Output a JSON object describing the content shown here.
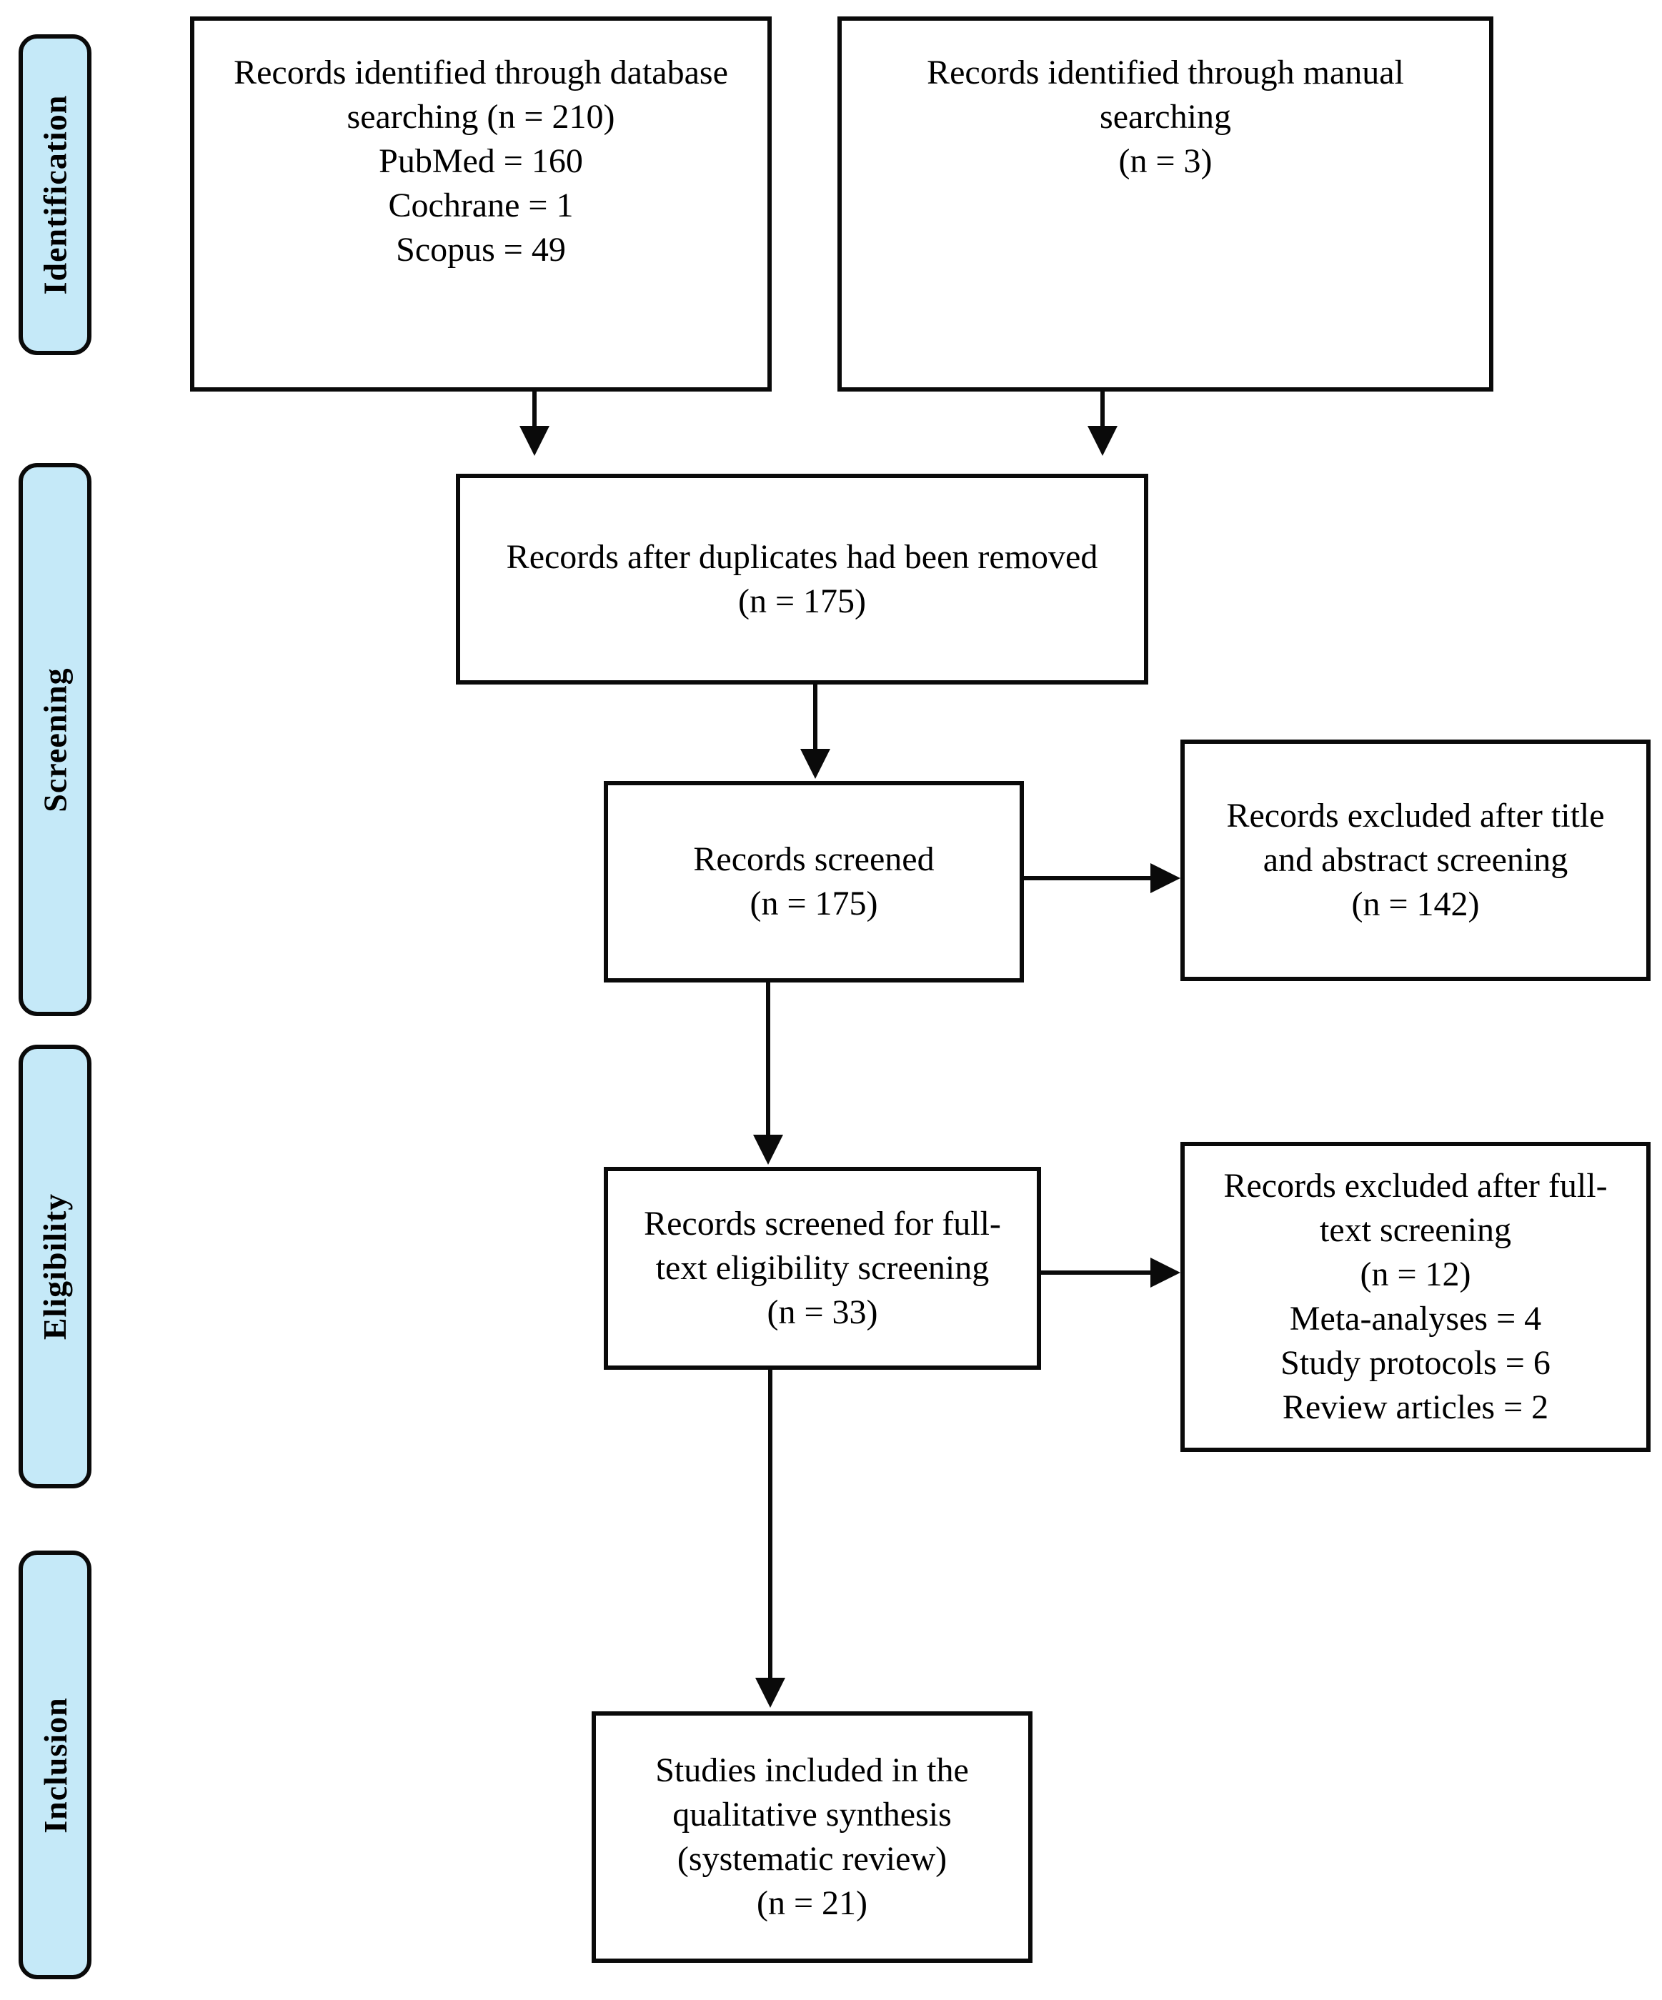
{
  "figure": {
    "kind": "PRISMA flow diagram",
    "colors": {
      "stage_bar_fill": "#C5E9F8",
      "stroke": "#0a0a0a",
      "box_fill": "#FFFFFF",
      "text": "#000000"
    }
  },
  "sidebar": {
    "stages": [
      {
        "label": "Identification"
      },
      {
        "label": "Screening"
      },
      {
        "label": "Eligibility"
      },
      {
        "label": "Inclusion"
      }
    ]
  },
  "flow": {
    "database_search": {
      "lines": [
        "Records identified through database",
        "searching (n = 210)",
        "PubMed = 160",
        "Cochrane = 1",
        "Scopus = 49"
      ]
    },
    "manual_search": {
      "lines": [
        "Records identified through manual",
        "searching",
        "(n = 3)"
      ]
    },
    "after_duplicates": {
      "lines": [
        "Records after duplicates had been removed",
        "(n = 175)"
      ]
    },
    "records_screened": {
      "lines": [
        "Records screened",
        "(n = 175)"
      ]
    },
    "excluded_title_abstract": {
      "lines": [
        "Records excluded after title",
        "and abstract screening",
        "(n = 142)"
      ]
    },
    "fulltext_screening": {
      "lines": [
        "Records screened for full-",
        "text eligibility screening",
        "(n = 33)"
      ]
    },
    "excluded_fulltext": {
      "lines": [
        "Records excluded after full-",
        "text screening",
        "(n = 12)",
        "Meta-analyses = 4",
        "Study protocols = 6",
        "Review articles = 2"
      ]
    },
    "included": {
      "lines": [
        "Studies included in the",
        "qualitative synthesis",
        "(systematic review)",
        "(n = 21)"
      ]
    }
  }
}
